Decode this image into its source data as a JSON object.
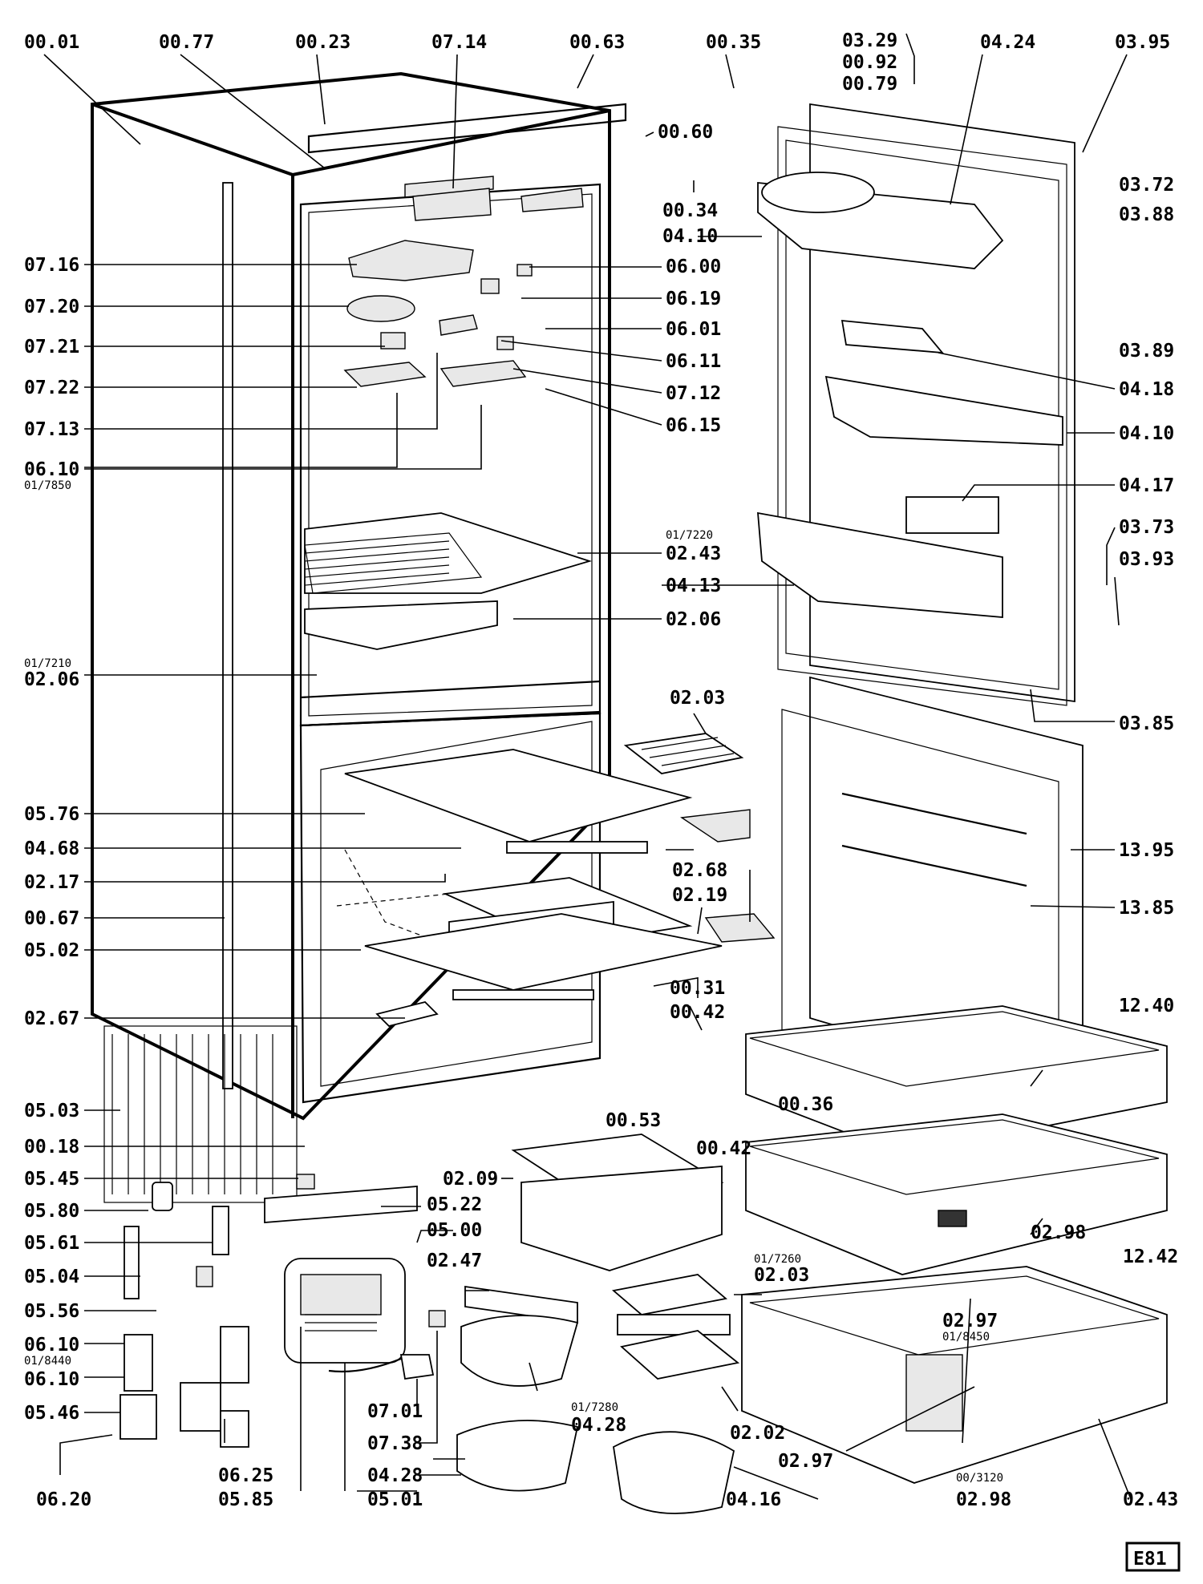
{
  "diagram": {
    "sheet_code": "E81",
    "labels": {
      "l0001": "00.01",
      "l0077": "00.77",
      "l0023": "00.23",
      "l0714": "07.14",
      "l0063": "00.63",
      "l0035": "00.35",
      "l0329": "03.29",
      "l0092": "00.92",
      "l0079": "00.79",
      "l0424": "04.24",
      "l0395": "03.95",
      "l0060": "00.60",
      "l0034": "00.34",
      "l0372": "03.72",
      "l0388": "03.88",
      "l0410a": "04.10",
      "l0716": "07.16",
      "l0600": "06.00",
      "l0720": "07.20",
      "l0619": "06.19",
      "l0721": "07.21",
      "l0601": "06.01",
      "l0611": "06.11",
      "l0389": "03.89",
      "l0722": "07.22",
      "l0712": "07.12",
      "l0418": "04.18",
      "l0713": "07.13",
      "l0615": "06.15",
      "l0410b": "04.10",
      "l0610a": "06.10",
      "l0417": "04.17",
      "l0373": "03.73",
      "l0243a": "02.43",
      "l0393": "03.93",
      "l0413": "04.13",
      "l0206a": "02.06",
      "l0206b": "02.06",
      "l0203a": "02.03",
      "l0385": "03.85",
      "l0576": "05.76",
      "l0468": "04.68",
      "l1395": "13.95",
      "l0217": "02.17",
      "l0268": "02.68",
      "l0219": "02.19",
      "l1385": "13.85",
      "l0067": "00.67",
      "l0502": "05.02",
      "l0031": "00.31",
      "l1240": "12.40",
      "l0042a": "00.42",
      "l0267": "02.67",
      "l0503": "05.03",
      "l0036": "00.36",
      "l0053": "00.53",
      "l0018": "00.18",
      "l0042b": "00.42",
      "l0545": "05.45",
      "l0209": "02.09",
      "l0580": "05.80",
      "l0522": "05.22",
      "l0298a": "02.98",
      "l0500": "05.00",
      "l0561": "05.61",
      "l1242": "12.42",
      "l0504": "05.04",
      "l0247": "02.47",
      "l0203b": "02.03",
      "l0556": "05.56",
      "l0297a": "02.97",
      "l0610b": "06.10",
      "l0610c": "06.10",
      "l0701": "07.01",
      "l0428a": "04.28",
      "l0546": "05.46",
      "l0738": "07.38",
      "l0202": "02.02",
      "l0625": "06.25",
      "l0428b": "04.28",
      "l0297b": "02.97",
      "l0620": "06.20",
      "l0585": "05.85",
      "l0501": "05.01",
      "l0416": "04.16",
      "l0298b": "02.98",
      "l0243b": "02.43"
    },
    "sublabels": {
      "s7850": "01/7850",
      "s7220": "01/7220",
      "s7210": "01/7210",
      "s8440": "01/8440",
      "s7260": "01/7260",
      "s8450": "01/8450",
      "s7280": "01/7280",
      "s3120": "00/3120"
    }
  }
}
